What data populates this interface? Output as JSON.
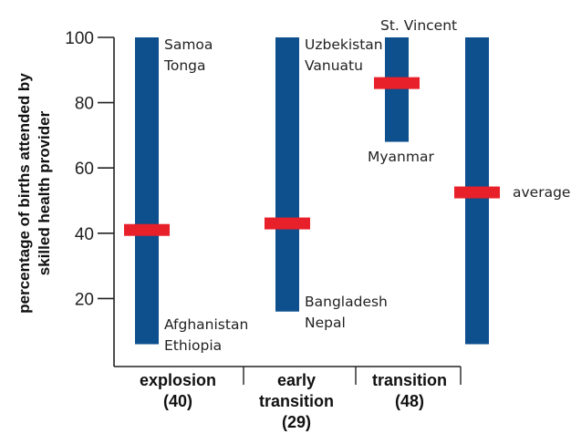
{
  "chart_data": {
    "type": "bar",
    "subtype": "range-bar-with-marker",
    "title": "",
    "ylabel_lines": [
      "percentage of births attended by",
      "skilled health provider"
    ],
    "ylim": [
      0,
      100
    ],
    "yticks": [
      20,
      40,
      60,
      80,
      100
    ],
    "categories": [
      {
        "lines": [
          "explosion",
          "(40)"
        ]
      },
      {
        "lines": [
          "early",
          "transition",
          "(29)"
        ]
      },
      {
        "lines": [
          "transition",
          "(48)"
        ]
      },
      {
        "lines": []
      }
    ],
    "series": [
      {
        "min": 6,
        "max": 100,
        "marker": 41,
        "top_labels": [
          "Samoa",
          "Tonga"
        ],
        "bottom_labels": [
          "Afghanistan",
          "Ethiopia"
        ],
        "side_label": ""
      },
      {
        "min": 16,
        "max": 100,
        "marker": 43,
        "top_labels": [
          "Uzbekistan",
          "Vanuatu"
        ],
        "bottom_labels": [
          "Bangladesh",
          "Nepal"
        ],
        "side_label": ""
      },
      {
        "min": 68,
        "max": 100,
        "marker": 86,
        "top_labels": [
          "St. Vincent"
        ],
        "bottom_labels": [
          "Myanmar"
        ],
        "side_label": ""
      },
      {
        "min": 6,
        "max": 100,
        "marker": 52.5,
        "top_labels": [],
        "bottom_labels": [],
        "side_label": "average"
      }
    ],
    "colors": {
      "bar": "#0e4f8e",
      "marker": "#e8202a",
      "axis": "#222222"
    },
    "grid": false
  }
}
